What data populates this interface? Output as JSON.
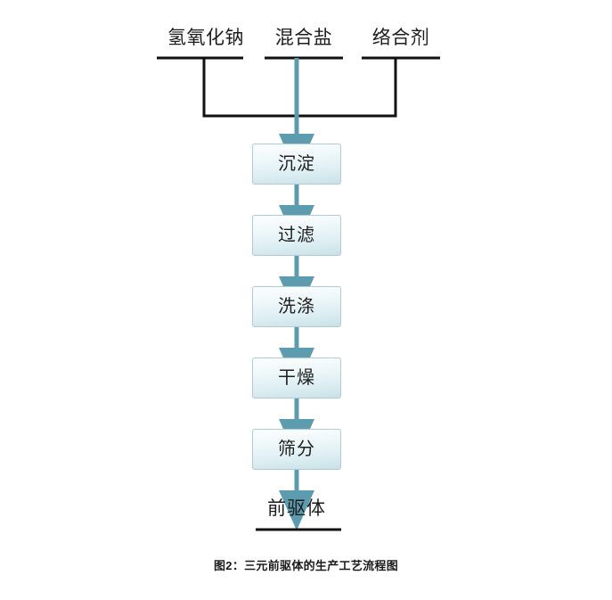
{
  "figure": {
    "caption": "图2：三元前驱体的生产工艺流程图",
    "title": "三元前驱体的生产工艺流程图",
    "background_color": "#ffffff"
  },
  "colors": {
    "arrow": "#5c9cae",
    "bracket_line": "#111111",
    "box_border": "#b4c9d2",
    "box_fill_top": "#fcfeff",
    "box_fill_bottom": "#c8e2e8",
    "text": "#1c1c1c"
  },
  "inputs": [
    {
      "label": "氢氧化钠"
    },
    {
      "label": "混合盐"
    },
    {
      "label": "络合剂"
    }
  ],
  "process_steps": [
    {
      "label": "沉淀"
    },
    {
      "label": "过滤"
    },
    {
      "label": "洗涤"
    },
    {
      "label": "干燥"
    },
    {
      "label": "筛分"
    }
  ],
  "output": {
    "label": "前驱体"
  },
  "chart_data": {
    "type": "diagram",
    "diagram_kind": "process-flowchart",
    "title": "图2：三元前驱体的生产工艺流程图",
    "orientation": "top-to-bottom",
    "nodes": [
      {
        "id": "in0",
        "label": "氢氧化钠",
        "kind": "input"
      },
      {
        "id": "in1",
        "label": "混合盐",
        "kind": "input"
      },
      {
        "id": "in2",
        "label": "络合剂",
        "kind": "input"
      },
      {
        "id": "p0",
        "label": "沉淀",
        "kind": "process"
      },
      {
        "id": "p1",
        "label": "过滤",
        "kind": "process"
      },
      {
        "id": "p2",
        "label": "洗涤",
        "kind": "process"
      },
      {
        "id": "p3",
        "label": "干燥",
        "kind": "process"
      },
      {
        "id": "p4",
        "label": "筛分",
        "kind": "process"
      },
      {
        "id": "out",
        "label": "前驱体",
        "kind": "output"
      }
    ],
    "edges": [
      {
        "from": "in0",
        "to": "p0",
        "style": "bracket"
      },
      {
        "from": "in1",
        "to": "p0",
        "style": "arrow"
      },
      {
        "from": "in2",
        "to": "p0",
        "style": "bracket"
      },
      {
        "from": "p0",
        "to": "p1",
        "style": "arrow"
      },
      {
        "from": "p1",
        "to": "p2",
        "style": "arrow"
      },
      {
        "from": "p2",
        "to": "p3",
        "style": "arrow"
      },
      {
        "from": "p3",
        "to": "p4",
        "style": "arrow"
      },
      {
        "from": "p4",
        "to": "out",
        "style": "arrow"
      }
    ]
  }
}
